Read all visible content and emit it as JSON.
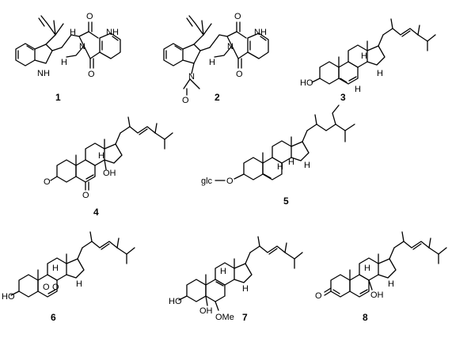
{
  "compounds": [
    {
      "label": "1",
      "atoms": {
        "nh_top": "NH",
        "n_ring": "N",
        "h_stereo": "H",
        "nh_bottom": "NH",
        "h_bottom": "H",
        "o_top": "O",
        "o_bottom": "O"
      }
    },
    {
      "label": "2",
      "atoms": {
        "nh_top": "NH",
        "n_ring": "N",
        "n_bottom": "N",
        "h_stereo": "H",
        "o_top": "O",
        "o_bottom": "O",
        "o_acetyl": "O"
      }
    },
    {
      "label": "3",
      "atoms": {
        "ho": "HO",
        "h1": "H",
        "h2": "H",
        "h3": "H"
      }
    },
    {
      "label": "4",
      "atoms": {
        "o1": "O",
        "o2": "O",
        "oh": "OH",
        "h1": "H"
      }
    },
    {
      "label": "5",
      "atoms": {
        "glc": "glc",
        "o": "O",
        "h1": "H",
        "h2": "H",
        "h3": "H"
      }
    },
    {
      "label": "6",
      "atoms": {
        "ho": "HO",
        "o1": "O",
        "o2": "O",
        "h1": "H",
        "h2": "H"
      }
    },
    {
      "label": "7",
      "atoms": {
        "ho": "HO",
        "oh": "OH",
        "ome": "OMe",
        "h1": "H",
        "h2": "H"
      }
    },
    {
      "label": "8",
      "atoms": {
        "o": "O",
        "oh": "OH",
        "h1": "H",
        "h2": "H"
      }
    }
  ]
}
